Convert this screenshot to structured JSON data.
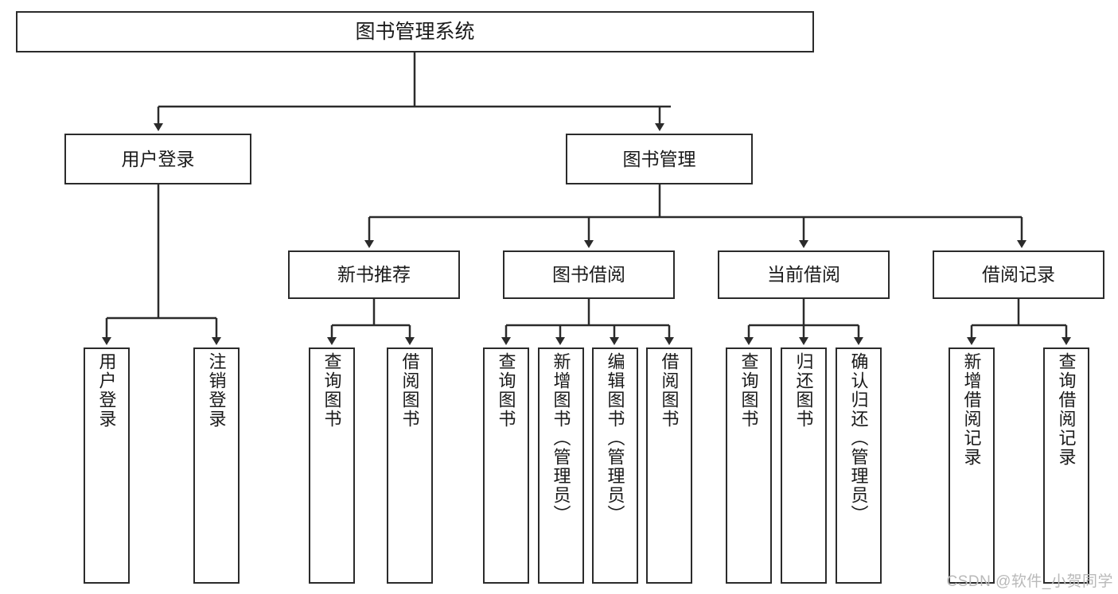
{
  "diagram": {
    "title": "图书管理系统",
    "type": "功能结构图",
    "line_color": "#2b2b2b",
    "box_fill": "#ffffff",
    "text_color": "#1a1a1a"
  },
  "root": {
    "label": "图书管理系统"
  },
  "level1": [
    {
      "label": "用户登录"
    },
    {
      "label": "图书管理"
    }
  ],
  "level2": [
    {
      "label": "新书推荐"
    },
    {
      "label": "图书借阅"
    },
    {
      "label": "当前借阅"
    },
    {
      "label": "借阅记录"
    }
  ],
  "leaves": {
    "user_login": [
      {
        "label": "用户登录"
      },
      {
        "label": "注销登录"
      }
    ],
    "new_book_recommend": [
      {
        "label": "查询图书"
      },
      {
        "label": "借阅图书"
      }
    ],
    "book_borrow": [
      {
        "label": "查询图书"
      },
      {
        "label": "新增图书（管理员）"
      },
      {
        "label": "编辑图书（管理员）"
      },
      {
        "label": "借阅图书"
      }
    ],
    "current_borrow": [
      {
        "label": "查询图书"
      },
      {
        "label": "归还图书"
      },
      {
        "label": "确认归还（管理员）"
      }
    ],
    "borrow_record": [
      {
        "label": "新增借阅记录"
      },
      {
        "label": "查询借阅记录"
      }
    ]
  },
  "watermark": {
    "text": "CSDN @软件_小贺同学",
    "color": "#b9b9b9"
  }
}
